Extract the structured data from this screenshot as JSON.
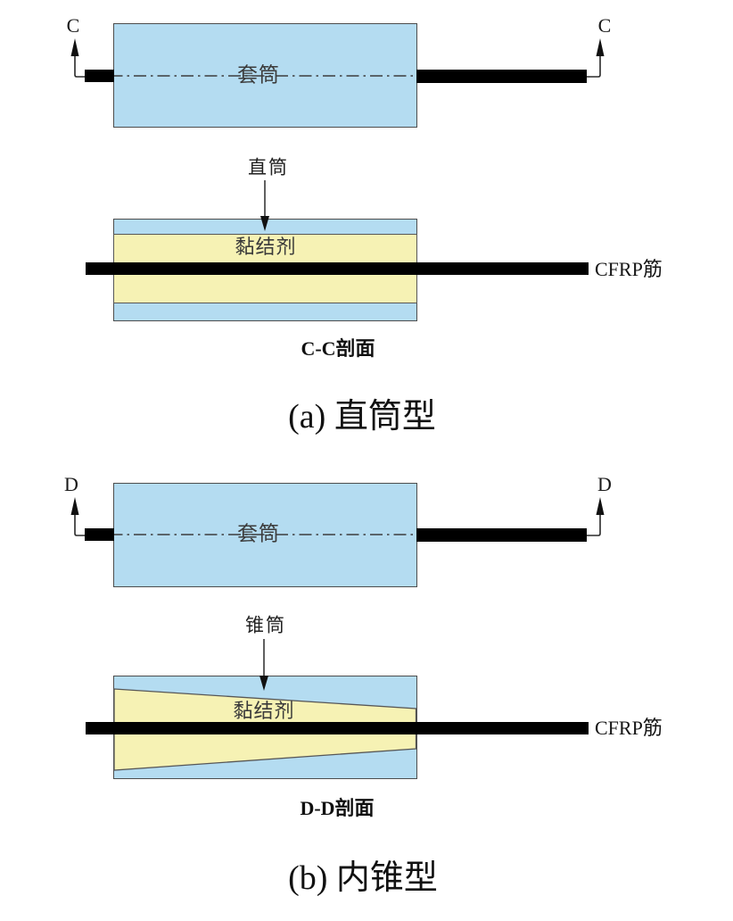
{
  "figure": {
    "title_semantic": "CFRP bar sleeve anchorage diagram",
    "colors": {
      "sleeve_fill": "#b4dcf1",
      "adhesive_fill": "#f6f2b4",
      "bar_fill": "#000000",
      "outline": "#4d4d4d"
    },
    "section_a": {
      "cut_letter_left": "C",
      "cut_letter_right": "C",
      "sleeve_label": "套筒",
      "pointer_label": "直筒",
      "adhesive_label": "黏结剂",
      "bar_label": "CFRP筋",
      "section_view_caption": "C-C剖面",
      "caption": "(a) 直筒型"
    },
    "section_b": {
      "cut_letter_left": "D",
      "cut_letter_right": "D",
      "sleeve_label": "套筒",
      "pointer_label": "锥筒",
      "adhesive_label": "黏结剂",
      "bar_label": "CFRP筋",
      "section_view_caption": "D-D剖面",
      "caption": "(b) 内锥型"
    }
  }
}
